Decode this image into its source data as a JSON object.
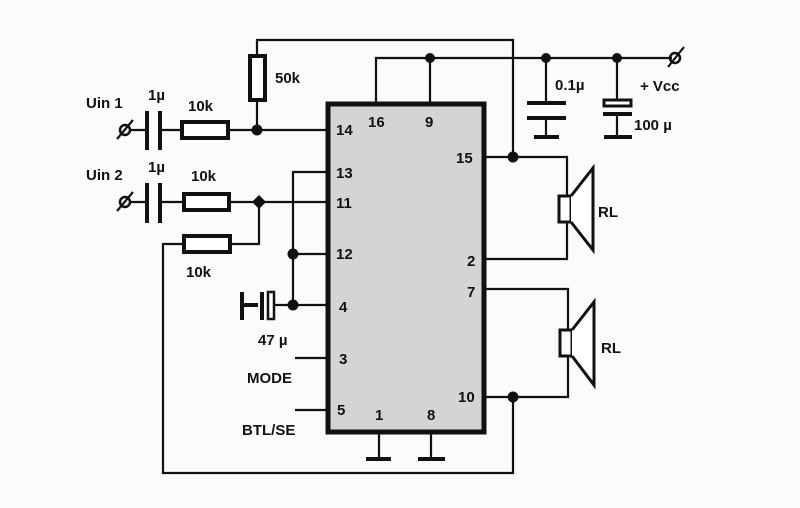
{
  "inputs": {
    "uin1": "Uin 1",
    "uin2": "Uin 2"
  },
  "components": {
    "c_in1": "1µ",
    "c_in2": "1µ",
    "r_in1": "10k",
    "r_in2": "10k",
    "r_fb": "10k",
    "r_50k": "50k",
    "c_47": "47 µ",
    "c_01": "0.1µ",
    "c_100": "100 µ",
    "vcc": "+ Vcc",
    "rl1": "RL",
    "rl2": "RL"
  },
  "controls": {
    "mode": "MODE",
    "btl": "BTL/SE"
  },
  "pins": {
    "p14": "14",
    "p16": "16",
    "p9": "9",
    "p13": "13",
    "p11": "11",
    "p12": "12",
    "p4": "4",
    "p3": "3",
    "p5": "5",
    "p1": "1",
    "p8": "8",
    "p15": "15",
    "p2": "2",
    "p7": "7",
    "p10": "10"
  },
  "colors": {
    "ic_fill": "#d4d4d4",
    "wire": "#111111"
  }
}
